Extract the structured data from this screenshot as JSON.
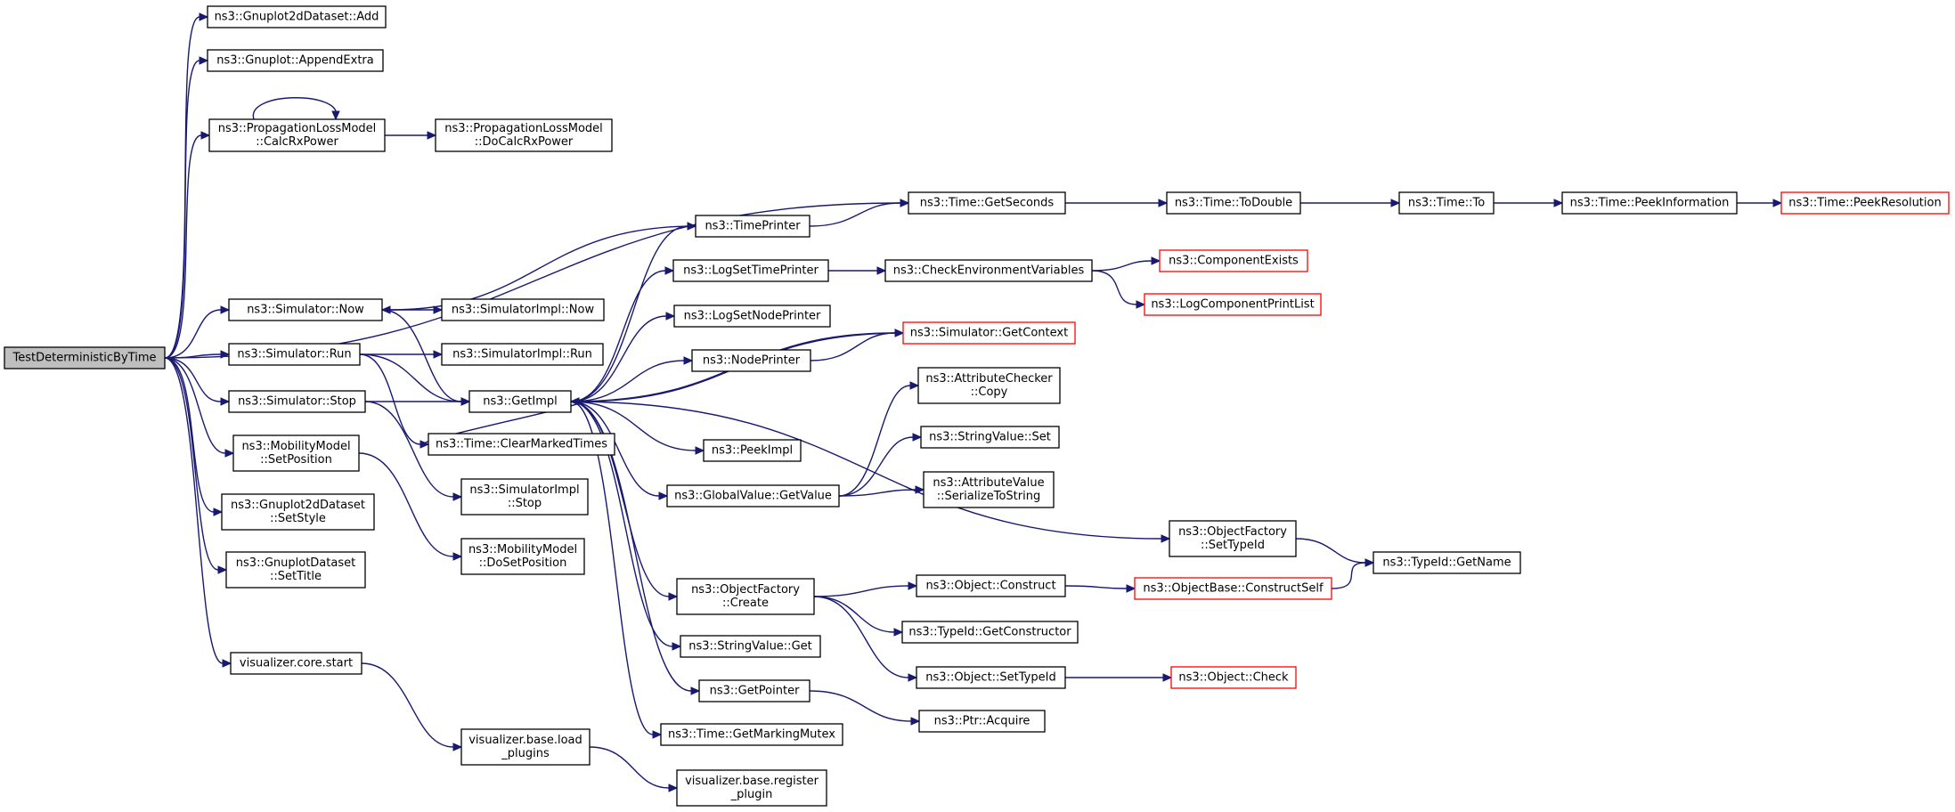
{
  "graph": {
    "nodes": [
      {
        "id": "root",
        "lines": [
          "TestDeterministicByTime"
        ],
        "kind": "root"
      },
      {
        "id": "gpAdd",
        "lines": [
          "ns3::Gnuplot2dDataset::Add"
        ]
      },
      {
        "id": "gpAppend",
        "lines": [
          "ns3::Gnuplot::AppendExtra"
        ]
      },
      {
        "id": "calcRx",
        "lines": [
          "ns3::PropagationLossModel",
          "::CalcRxPower"
        ]
      },
      {
        "id": "doCalcRx",
        "lines": [
          "ns3::PropagationLossModel",
          "::DoCalcRxPower"
        ]
      },
      {
        "id": "getSeconds",
        "lines": [
          "ns3::Time::GetSeconds"
        ]
      },
      {
        "id": "toDouble",
        "lines": [
          "ns3::Time::ToDouble"
        ]
      },
      {
        "id": "timeTo",
        "lines": [
          "ns3::Time::To"
        ]
      },
      {
        "id": "peekInfo",
        "lines": [
          "ns3::Time::PeekInformation"
        ]
      },
      {
        "id": "peekRes",
        "lines": [
          "ns3::Time::PeekResolution"
        ],
        "kind": "trunc"
      },
      {
        "id": "timePrinter",
        "lines": [
          "ns3::TimePrinter"
        ]
      },
      {
        "id": "logSetTime",
        "lines": [
          "ns3::LogSetTimePrinter"
        ]
      },
      {
        "id": "checkEnv",
        "lines": [
          "ns3::CheckEnvironmentVariables"
        ]
      },
      {
        "id": "compExists",
        "lines": [
          "ns3::ComponentExists"
        ],
        "kind": "trunc"
      },
      {
        "id": "logCompPrint",
        "lines": [
          "ns3::LogComponentPrintList"
        ],
        "kind": "trunc"
      },
      {
        "id": "simNow",
        "lines": [
          "ns3::Simulator::Now"
        ]
      },
      {
        "id": "simImplNow",
        "lines": [
          "ns3::SimulatorImpl::Now"
        ]
      },
      {
        "id": "logSetNode",
        "lines": [
          "ns3::LogSetNodePrinter"
        ]
      },
      {
        "id": "simGetCtx",
        "lines": [
          "ns3::Simulator::GetContext"
        ],
        "kind": "trunc"
      },
      {
        "id": "simRun",
        "lines": [
          "ns3::Simulator::Run"
        ]
      },
      {
        "id": "simImplRun",
        "lines": [
          "ns3::SimulatorImpl::Run"
        ]
      },
      {
        "id": "nodePrinter",
        "lines": [
          "ns3::NodePrinter"
        ]
      },
      {
        "id": "attrChecker",
        "lines": [
          "ns3::AttributeChecker",
          "::Copy"
        ]
      },
      {
        "id": "simStop",
        "lines": [
          "ns3::Simulator::Stop"
        ]
      },
      {
        "id": "getImpl",
        "lines": [
          "ns3::GetImpl"
        ]
      },
      {
        "id": "strValSet",
        "lines": [
          "ns3::StringValue::Set"
        ]
      },
      {
        "id": "mobSetPos",
        "lines": [
          "ns3::MobilityModel",
          "::SetPosition"
        ]
      },
      {
        "id": "clearMarked",
        "lines": [
          "ns3::Time::ClearMarkedTimes"
        ]
      },
      {
        "id": "peekImpl",
        "lines": [
          "ns3::PeekImpl"
        ]
      },
      {
        "id": "globalGet",
        "lines": [
          "ns3::GlobalValue::GetValue"
        ]
      },
      {
        "id": "attrSerialize",
        "lines": [
          "ns3::AttributeValue",
          "::SerializeToString"
        ]
      },
      {
        "id": "simImplStop",
        "lines": [
          "ns3::SimulatorImpl",
          "::Stop"
        ]
      },
      {
        "id": "gpSetStyle",
        "lines": [
          "ns3::Gnuplot2dDataset",
          "::SetStyle"
        ]
      },
      {
        "id": "objFacSetType",
        "lines": [
          "ns3::ObjectFactory",
          "::SetTypeId"
        ]
      },
      {
        "id": "typeIdGetName",
        "lines": [
          "ns3::TypeId::GetName"
        ]
      },
      {
        "id": "mobDoSetPos",
        "lines": [
          "ns3::MobilityModel",
          "::DoSetPosition"
        ]
      },
      {
        "id": "gpSetTitle",
        "lines": [
          "ns3::GnuplotDataset",
          "::SetTitle"
        ]
      },
      {
        "id": "objFacCreate",
        "lines": [
          "ns3::ObjectFactory",
          "::Create"
        ]
      },
      {
        "id": "objConstruct",
        "lines": [
          "ns3::Object::Construct"
        ]
      },
      {
        "id": "objBaseConstruct",
        "lines": [
          "ns3::ObjectBase::ConstructSelf"
        ],
        "kind": "trunc"
      },
      {
        "id": "typeIdGetCtor",
        "lines": [
          "ns3::TypeId::GetConstructor"
        ]
      },
      {
        "id": "strValGet",
        "lines": [
          "ns3::StringValue::Get"
        ]
      },
      {
        "id": "visStart",
        "lines": [
          "visualizer.core.start"
        ]
      },
      {
        "id": "objSetTypeId",
        "lines": [
          "ns3::Object::SetTypeId"
        ]
      },
      {
        "id": "objCheck",
        "lines": [
          "ns3::Object::Check"
        ],
        "kind": "trunc"
      },
      {
        "id": "getPointer",
        "lines": [
          "ns3::GetPointer"
        ]
      },
      {
        "id": "ptrAcquire",
        "lines": [
          "ns3::Ptr::Acquire"
        ]
      },
      {
        "id": "getMarkMutex",
        "lines": [
          "ns3::Time::GetMarkingMutex"
        ]
      },
      {
        "id": "visLoad",
        "lines": [
          "visualizer.base.load",
          "_plugins"
        ]
      },
      {
        "id": "visRegister",
        "lines": [
          "visualizer.base.register",
          "_plugin"
        ]
      }
    ],
    "edges": [
      [
        "root",
        "gpAdd"
      ],
      [
        "root",
        "gpAppend"
      ],
      [
        "root",
        "calcRx"
      ],
      [
        "calcRx",
        "calcRx"
      ],
      [
        "calcRx",
        "doCalcRx"
      ],
      [
        "root",
        "getSeconds"
      ],
      [
        "getSeconds",
        "toDouble"
      ],
      [
        "toDouble",
        "timeTo"
      ],
      [
        "timeTo",
        "peekInfo"
      ],
      [
        "peekInfo",
        "peekRes"
      ],
      [
        "timePrinter",
        "getSeconds"
      ],
      [
        "timePrinter",
        "simNow"
      ],
      [
        "logSetTime",
        "checkEnv"
      ],
      [
        "checkEnv",
        "compExists"
      ],
      [
        "checkEnv",
        "logCompPrint"
      ],
      [
        "root",
        "simNow"
      ],
      [
        "simNow",
        "simImplNow"
      ],
      [
        "simNow",
        "getImpl"
      ],
      [
        "root",
        "simRun"
      ],
      [
        "simRun",
        "simImplRun"
      ],
      [
        "simRun",
        "getImpl"
      ],
      [
        "simRun",
        "clearMarked"
      ],
      [
        "root",
        "simStop"
      ],
      [
        "simStop",
        "getImpl"
      ],
      [
        "simStop",
        "simImplStop"
      ],
      [
        "root",
        "mobSetPos"
      ],
      [
        "mobSetPos",
        "mobDoSetPos"
      ],
      [
        "root",
        "gpSetStyle"
      ],
      [
        "root",
        "gpSetTitle"
      ],
      [
        "root",
        "visStart"
      ],
      [
        "visStart",
        "visLoad"
      ],
      [
        "visLoad",
        "visRegister"
      ],
      [
        "getImpl",
        "timePrinter"
      ],
      [
        "getImpl",
        "logSetTime"
      ],
      [
        "getImpl",
        "logSetNode"
      ],
      [
        "getImpl",
        "nodePrinter"
      ],
      [
        "getImpl",
        "simGetCtx"
      ],
      [
        "getImpl",
        "peekImpl"
      ],
      [
        "getImpl",
        "globalGet"
      ],
      [
        "getImpl",
        "objFacSetType"
      ],
      [
        "getImpl",
        "objFacCreate"
      ],
      [
        "getImpl",
        "strValGet"
      ],
      [
        "getImpl",
        "getPointer"
      ],
      [
        "getImpl",
        "getMarkMutex"
      ],
      [
        "nodePrinter",
        "simGetCtx"
      ],
      [
        "simGetCtx",
        "getImpl"
      ],
      [
        "clearMarked",
        "getImpl"
      ],
      [
        "globalGet",
        "attrChecker"
      ],
      [
        "globalGet",
        "strValSet"
      ],
      [
        "globalGet",
        "attrSerialize"
      ],
      [
        "objFacSetType",
        "typeIdGetName"
      ],
      [
        "objFacCreate",
        "objConstruct"
      ],
      [
        "objFacCreate",
        "typeIdGetCtor"
      ],
      [
        "objFacCreate",
        "objSetTypeId"
      ],
      [
        "objConstruct",
        "objBaseConstruct"
      ],
      [
        "objBaseConstruct",
        "typeIdGetName"
      ],
      [
        "objSetTypeId",
        "objCheck"
      ],
      [
        "getPointer",
        "ptrAcquire"
      ]
    ]
  },
  "colors": {
    "edge": "#191970",
    "node_border": "#000000",
    "node_fill": "#ffffff",
    "root_fill": "#bfbfbf",
    "truncated_border": "#ff0000",
    "background": "#ffffff"
  }
}
